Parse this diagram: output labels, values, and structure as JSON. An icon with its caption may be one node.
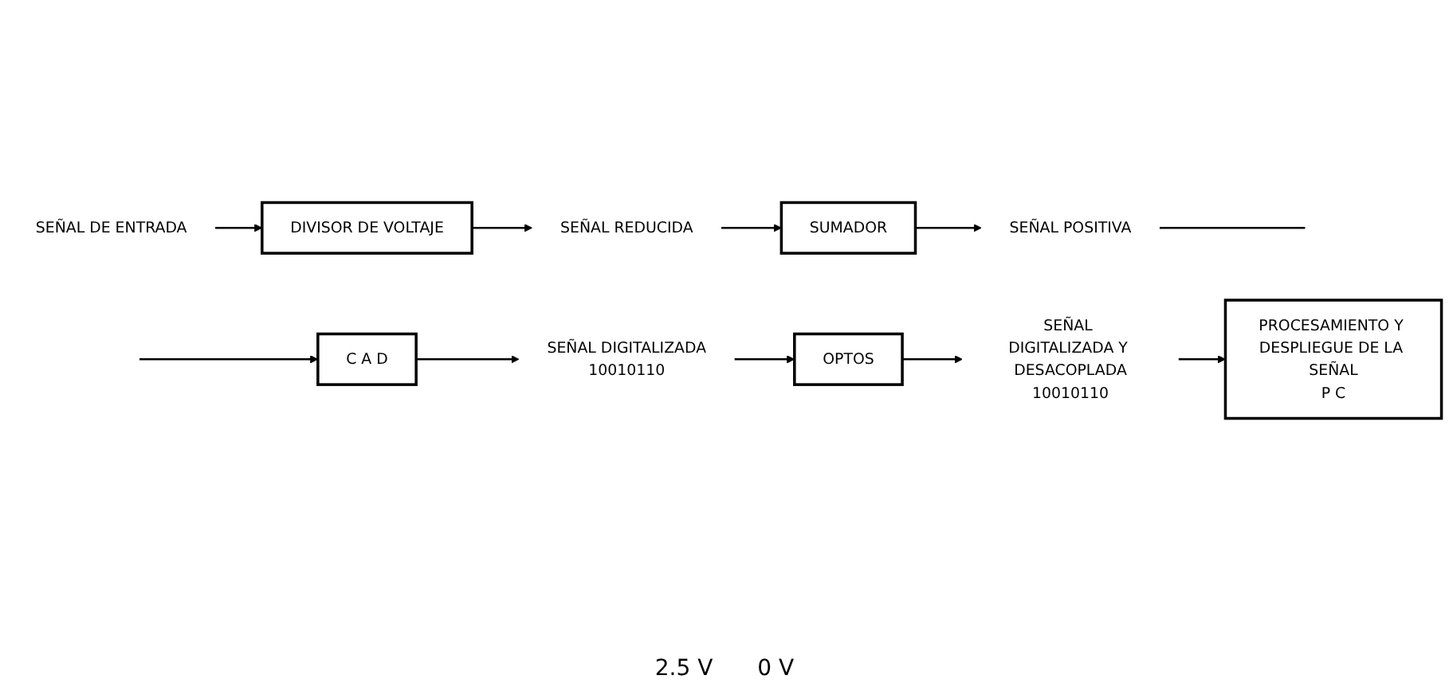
{
  "diagram": {
    "nodes": [
      {
        "text": [
          "SEÑAL DE ENTRADA"
        ]
      },
      {
        "text": [
          "DIVISOR DE VOLTAJE"
        ]
      },
      {
        "text": [
          "SEÑAL REDUCIDA"
        ]
      },
      {
        "text": [
          "SUMADOR"
        ]
      },
      {
        "text": [
          "SEÑAL POSITIVA"
        ]
      },
      {
        "text": [
          "C A D"
        ]
      },
      {
        "text": [
          "SEÑAL DIGITALIZADA",
          "10010110"
        ]
      },
      {
        "text": [
          "OPTOS"
        ]
      },
      {
        "text": [
          "SEÑAL DIGITALIZADA Y DESACOPLADA",
          "10010110"
        ]
      },
      {
        "text": [
          "PROCESAMIENTO Y DESPLIEGUE DE LA SEÑAL",
          "P C"
        ]
      }
    ],
    "edges": [
      {
        "from": 0,
        "to": 1,
        "arrow": "to"
      },
      {
        "from": 1,
        "to": 2,
        "arrow": "to"
      },
      {
        "from": 2,
        "to": 3,
        "arrow": "to"
      },
      {
        "from": 3,
        "to": 4,
        "arrow": "to"
      },
      {
        "from": 4,
        "to": null,
        "arrow": "none"
      },
      {
        "from": null,
        "to": 5,
        "arrow": "to"
      },
      {
        "from": 5,
        "to": 6,
        "arrow": "to"
      },
      {
        "from": 6,
        "to": 7,
        "arrow": "to"
      },
      {
        "from": 7,
        "to": 8,
        "arrow": "to"
      },
      {
        "from": 8,
        "to": 9,
        "arrow": "to"
      }
    ],
    "labels": [
      "2.5 V",
      "0 V"
    ]
  }
}
